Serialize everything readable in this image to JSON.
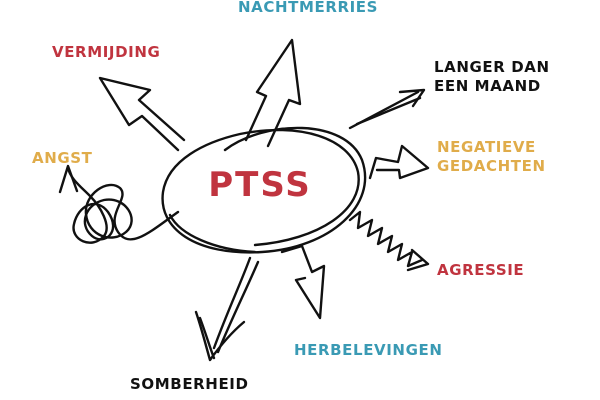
{
  "center": {
    "text": "PTSS",
    "color": "#c0343f"
  },
  "colors": {
    "teal": "#3a9ab4",
    "red": "#c0343f",
    "gold": "#e0ac4a",
    "black": "#111111",
    "ink": "#111111"
  },
  "labels": {
    "nachtmerries": "NACHTMERRIES",
    "vermijding": "VERMIJDING",
    "langer_line1": "LANGER DAN",
    "langer_line2": "EEN MAAND",
    "negatieve_line1": "NEGATIEVE",
    "negatieve_line2": "GEDACHTEN",
    "angst": "ANGST",
    "agressie": "AGRESSIE",
    "herbelevingen": "HERBELEVINGEN",
    "somberheid": "SOMBERHEID"
  }
}
